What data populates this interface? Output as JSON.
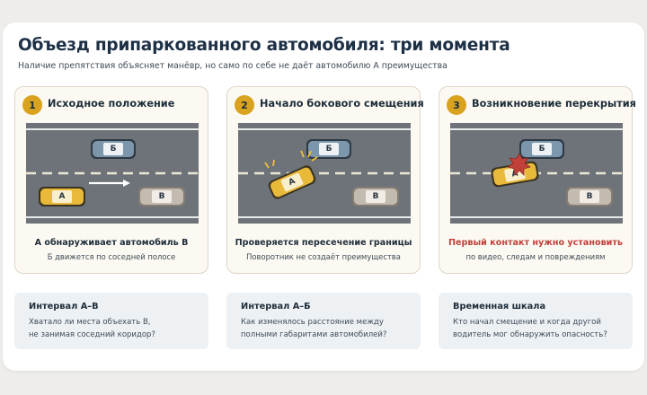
{
  "title": "Объезд припаркованного автомобиля: три момента",
  "subtitle": "Наличие препятствия объясняет манёвр, но само по себе не даёт автомобилю А преимущества",
  "colors": {
    "accent": "#d9a31f",
    "car_a": "#e9b93a",
    "car_b_moving": "#7c96ac",
    "car_v_parked": "#c4bbb0",
    "road": "#6e7379",
    "danger": "#c0403a"
  },
  "car_labels": {
    "a": "А",
    "b": "Б",
    "v": "В"
  },
  "panels": [
    {
      "number": "1",
      "title": "Исходное положение",
      "caption": "А обнаруживает автомобиль В",
      "note": "Б движется по соседней полосе"
    },
    {
      "number": "2",
      "title": "Начало бокового смещения",
      "caption": "Проверяется пересечение границы",
      "note": "Поворотник не создаёт преимущества"
    },
    {
      "number": "3",
      "title": "Возникновение перекрытия",
      "caption": "Первый контакт нужно установить",
      "note": "по видео, следам и повреждениям"
    }
  ],
  "boxes": [
    {
      "title": "Интервал А–В",
      "line1": "Хватало ли места объехать В,",
      "line2": "не занимая соседний коридор?"
    },
    {
      "title": "Интервал А–Б",
      "line1": "Как изменялось расстояние между",
      "line2": "полными габаритами автомобилей?"
    },
    {
      "title": "Временная шкала",
      "line1": "Кто начал смещение и когда другой",
      "line2": "водитель мог обнаружить опасность?"
    }
  ]
}
